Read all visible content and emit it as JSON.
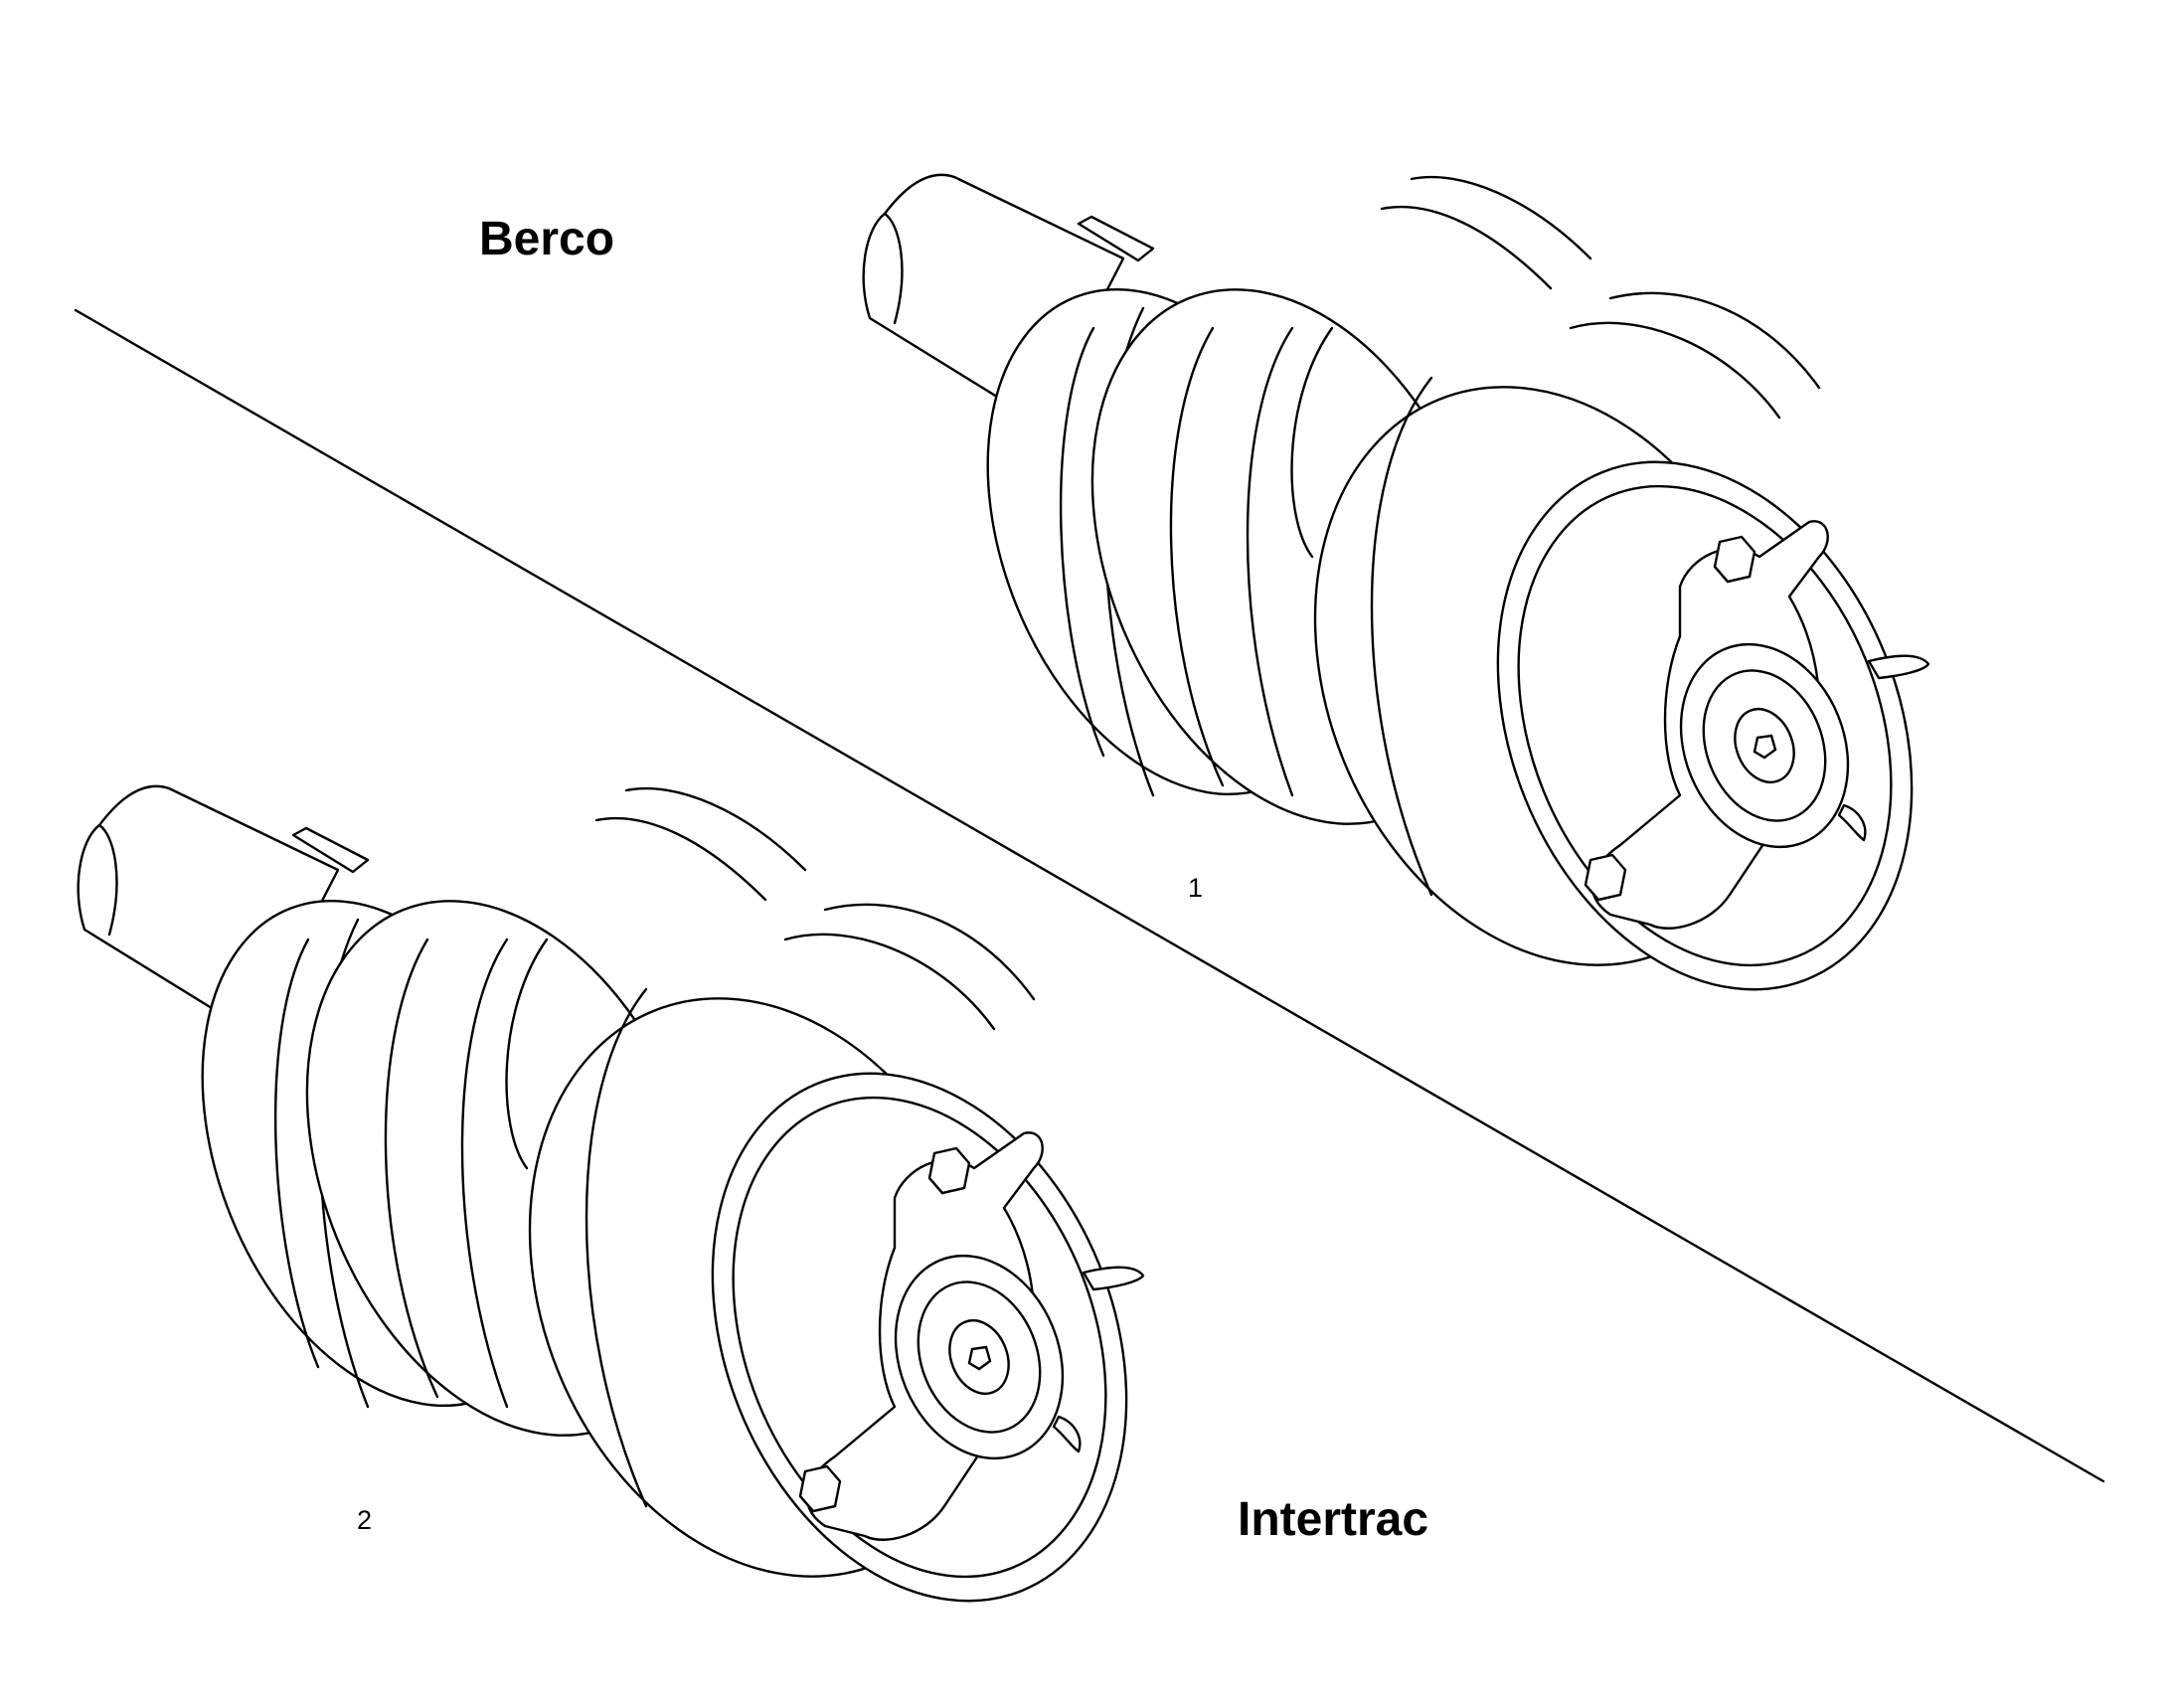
{
  "labels": {
    "top_brand": "Berco",
    "bottom_brand": "Intertrac",
    "item_1": "1",
    "item_2": "2"
  },
  "style": {
    "line_color": "#000000",
    "background": "#ffffff"
  }
}
